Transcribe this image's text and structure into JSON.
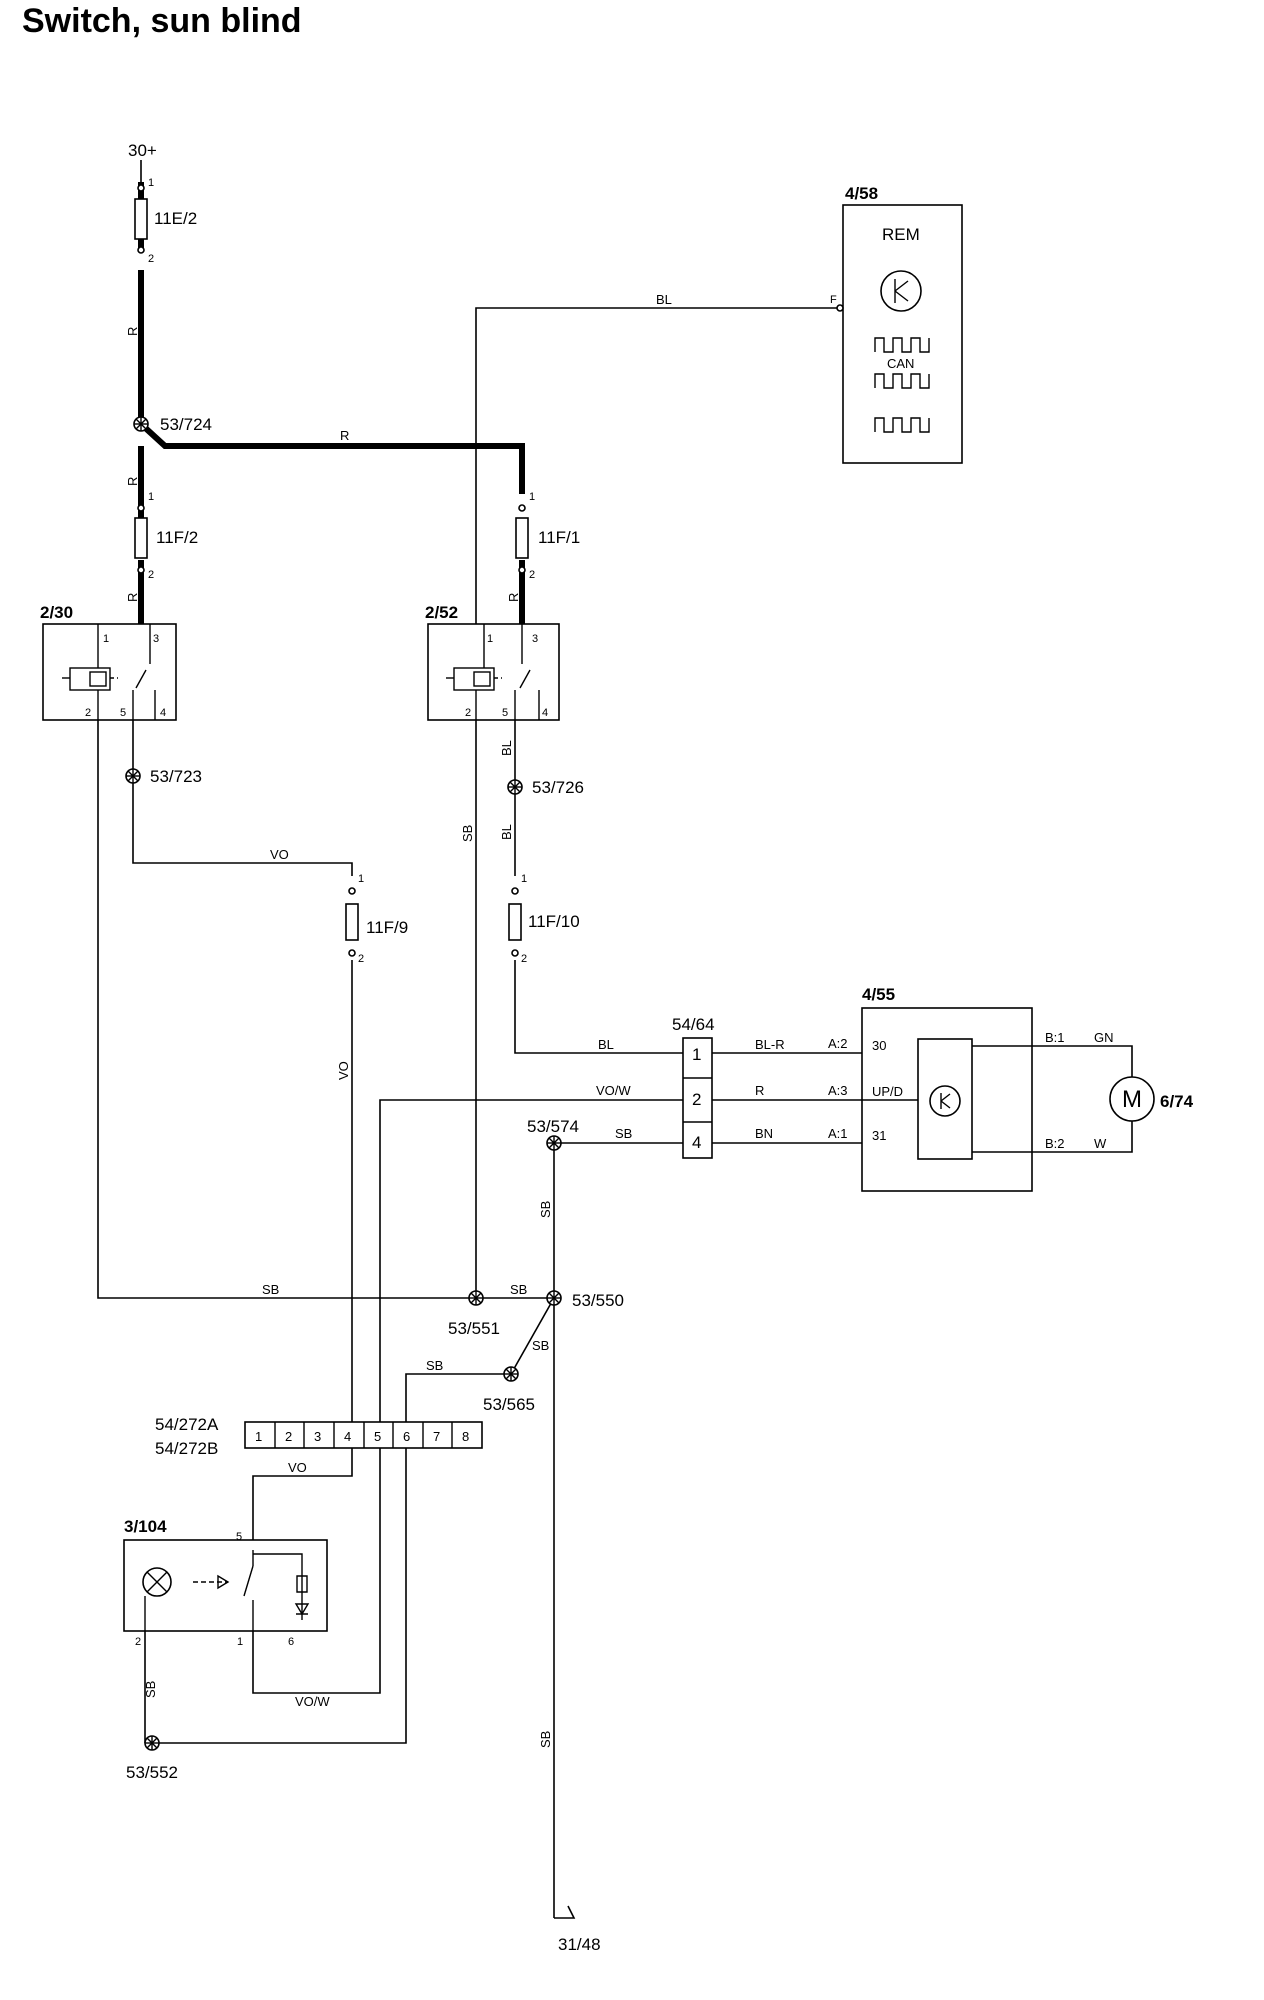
{
  "title": "Switch, sun blind",
  "supply": "30+",
  "ground": "31/48",
  "fuses": {
    "f_11e2": "11E/2",
    "f_11f2": "11F/2",
    "f_11f1": "11F/1",
    "f_11f9": "11F/9",
    "f_11f10": "11F/10"
  },
  "relays": {
    "r_230": "2/30",
    "r_252": "2/52"
  },
  "splices": {
    "s_53724": "53/724",
    "s_53723": "53/723",
    "s_53726": "53/726",
    "s_53574": "53/574",
    "s_53551": "53/551",
    "s_53550": "53/550",
    "s_53565": "53/565",
    "s_53552": "53/552"
  },
  "rem": {
    "id": "4/58",
    "label": "REM",
    "can": "CAN",
    "pin": "F"
  },
  "control_module": {
    "id": "4/55",
    "pins_left": [
      "A:2",
      "A:3",
      "A:1"
    ],
    "pins_inner": [
      "30",
      "UP/D",
      "31"
    ],
    "pins_right": [
      "B:1",
      "B:2"
    ]
  },
  "motor": {
    "symbol": "M",
    "id": "6/74"
  },
  "connector_5464": {
    "id": "54/64",
    "pins": [
      "1",
      "2",
      "4"
    ]
  },
  "connector_54272": {
    "id_a": "54/272A",
    "id_b": "54/272B",
    "pins": [
      "1",
      "2",
      "3",
      "4",
      "5",
      "6",
      "7",
      "8"
    ]
  },
  "switch": {
    "id": "3/104",
    "pins": [
      "5",
      "2",
      "1",
      "6"
    ]
  },
  "wire_colors": {
    "R": "R",
    "BL": "BL",
    "VO": "VO",
    "SB": "SB",
    "VO_W": "VO/W",
    "BL_R": "BL-R",
    "BN": "BN",
    "GN": "GN",
    "W": "W"
  },
  "pin_numbers": {
    "p1": "1",
    "p2": "2",
    "p3": "3",
    "p4": "4",
    "p5": "5",
    "p6": "6"
  }
}
